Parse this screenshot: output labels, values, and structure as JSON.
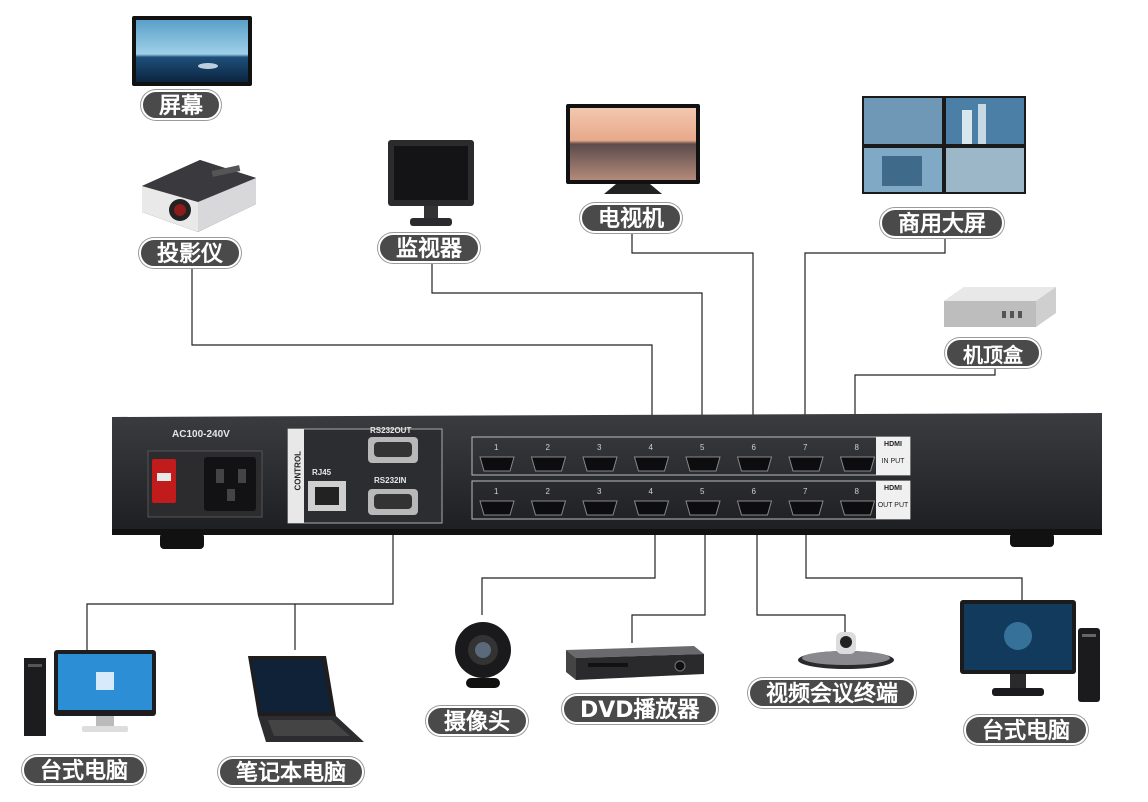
{
  "labels": {
    "screen": "屏幕",
    "projector": "投影仪",
    "monitor": "监视器",
    "tv": "电视机",
    "commercial_display": "商用大屏",
    "set_top_box": "机顶盒",
    "desktop_left": "台式电脑",
    "laptop": "笔记本电脑",
    "camera": "摄像头",
    "dvd": "DVD播放器",
    "video_conference": "视频会议终端",
    "desktop_right": "台式电脑"
  },
  "device": {
    "power_label": "AC100-240V",
    "control_label": "CONTROL",
    "rj45_label": "RJ45",
    "rs232out_label": "RS232OUT",
    "rs232in_label": "RS232IN",
    "hdmi_label": "HDMI",
    "input_label": "IN PUT",
    "output_label": "OUT PUT",
    "input_ports": [
      "1",
      "2",
      "3",
      "4",
      "5",
      "6",
      "7",
      "8"
    ],
    "output_ports": [
      "1",
      "2",
      "3",
      "4",
      "5",
      "6",
      "7",
      "8"
    ]
  },
  "colors": {
    "label_bg": "#4a4a4a",
    "chassis": "#2a2c30",
    "line": "#222222",
    "power_switch": "#d42020"
  }
}
